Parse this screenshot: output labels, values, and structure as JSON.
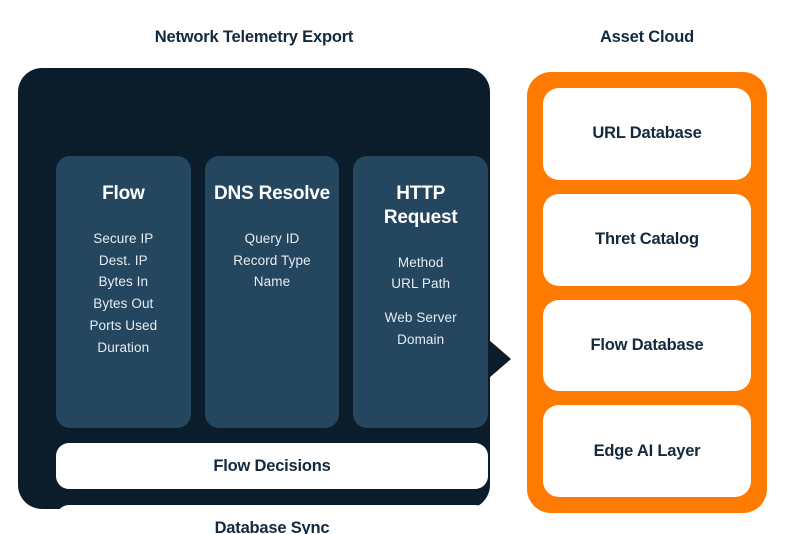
{
  "diagram": {
    "left_section": {
      "heading": "Network Telemetry Export",
      "accent_color": "#0b1d2a",
      "card_color": "#24475f",
      "protocol_cards": [
        {
          "title": "Flow",
          "fields": [
            "Secure IP",
            "Dest. IP",
            "Bytes In",
            "Bytes Out",
            "Ports Used",
            "Duration"
          ]
        },
        {
          "title": "DNS Resolve",
          "fields": [
            "Query ID",
            "Record Type",
            "Name"
          ]
        },
        {
          "title": "HTTP Request",
          "fields": [
            "Method",
            "URL Path",
            "Web Server Domain"
          ]
        }
      ],
      "process_bars": [
        "Flow Decisions",
        "Database Sync"
      ]
    },
    "connector": {
      "icon": "arrow-right-icon",
      "direction": "right",
      "color": "#0b1d2a"
    },
    "right_section": {
      "heading": "Asset Cloud",
      "accent_color": "#ff7a00",
      "asset_cards": [
        "URL Database",
        "Thret Catalog",
        "Flow Database",
        "Edge AI Layer"
      ]
    }
  }
}
